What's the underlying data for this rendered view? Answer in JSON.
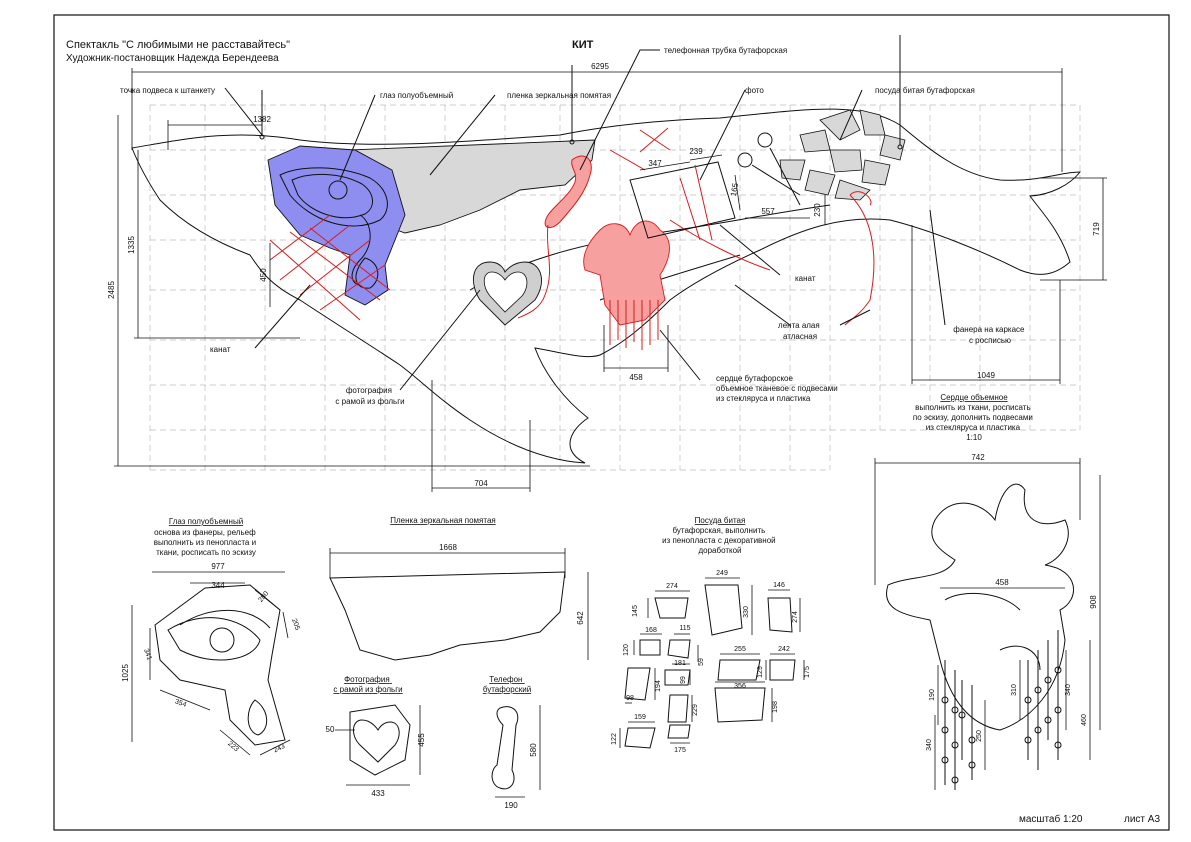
{
  "header": {
    "title": "Спектакль \"С любимыми не расставайтесь\"",
    "artist": "Художник-постановщик Надежда Берендеева",
    "object_name": "КИТ"
  },
  "footer": {
    "scale": "масштаб 1:20",
    "sheet": "лист А3"
  },
  "colors": {
    "eye_fill": "#8d8ef0",
    "film_fill": "#d8d8d8",
    "heart_fill": "#f7a0a0",
    "red_accent": "#d91c1c",
    "frame_fill": "#cfcfcf",
    "border": "#111111"
  },
  "callouts": {
    "suspension": "точка подвеса к штанкету",
    "eye": "глаз полуобъемный",
    "film": "пленка зеркальная помятая",
    "phone": "телефонная трубка бутафорская",
    "photo": "фото",
    "dishes": "посуда битая бутафорская",
    "rope_left": "канат",
    "rope_right": "канат",
    "ribbon": [
      "лента алая",
      "атласная"
    ],
    "plywood": [
      "фанера на каркасе",
      "с росписью"
    ],
    "heart": [
      "сердце бутафорское",
      "объемное тканевое с подвесами",
      "из стекляруса и пластика"
    ],
    "photo_frame": [
      "фотография",
      "с рамой из фольги"
    ]
  },
  "main_dims": {
    "total_width": "6295",
    "d1382": "1382",
    "d1335": "1335",
    "d2485": "2485",
    "d450": "450",
    "d704": "704",
    "d458": "458",
    "d1049": "1049",
    "d719": "719",
    "d347": "347",
    "d239": "239",
    "d165": "165",
    "d557": "557",
    "d230": "230"
  },
  "details": {
    "eye": {
      "title": "Глаз полуобъемный",
      "desc": [
        "основа из фанеры, рельеф",
        "выполнить из  пенопласта и",
        "ткани, росписать по эскизу"
      ],
      "dims": [
        "977",
        "344",
        "280",
        "205",
        "341",
        "1025",
        "354",
        "223",
        "243"
      ]
    },
    "film": {
      "title": "Пленка зеркальная помятая",
      "dims": [
        "1668",
        "642"
      ]
    },
    "photo_frame": {
      "title": [
        "Фотография",
        "с рамой из фольги"
      ],
      "dims": [
        "50",
        "455",
        "433"
      ]
    },
    "phone": {
      "title": [
        "Телефон",
        "бутафорский"
      ],
      "dims": [
        "580",
        "190"
      ]
    },
    "dishes": {
      "title": "Посуда битая",
      "desc": [
        "бутафорская, выполнить",
        "из пенопласта с декоративной",
        "доработкой"
      ],
      "dims": [
        "274",
        "249",
        "146",
        "145",
        "330",
        "274",
        "168",
        "115",
        "120",
        "255",
        "242",
        "181",
        "59",
        "99",
        "129",
        "175",
        "194",
        "98",
        "356",
        "198",
        "229",
        "159",
        "122",
        "175"
      ]
    },
    "heart": {
      "title": "Сердце объемное",
      "desc": [
        "выполнить из  ткани, росписать",
        "по эскизу, дополнить подвесами",
        "из стекляруса и пластика",
        "1:10"
      ],
      "dims": [
        "742",
        "458",
        "908",
        "190",
        "310",
        "340",
        "340",
        "250",
        "460"
      ]
    }
  }
}
